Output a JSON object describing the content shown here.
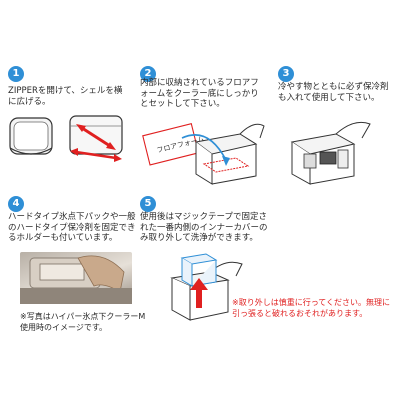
{
  "steps": [
    {
      "number": "1",
      "text": "ZIPPERを開けて、シェルを横に広げる。"
    },
    {
      "number": "2",
      "text": "内部に収納されているフロアフォームをクーラー底にしっかりとセットして下さい。",
      "label": "フロアフォーム"
    },
    {
      "number": "3",
      "text": "冷やす物とともに必ず保冷剤も入れて使用して下さい。"
    },
    {
      "number": "4",
      "text": "ハードタイプ氷点下パックや一般のハードタイプ保冷剤を固定できるホルダーも付いています。",
      "note": "※写真はハイパー氷点下クーラーM使用時のイメージです。"
    },
    {
      "number": "5",
      "text": "使用後はマジックテープで固定された一番内側のインナーカバーのみ取り外して洗浄ができます。",
      "warning": "※取り外しは慎重に行ってください。無理に引っ張ると破れるおそれがあります。"
    }
  ],
  "colors": {
    "accent": "#2f8fd6",
    "arrow": "#e02020",
    "warning": "#e02020"
  }
}
